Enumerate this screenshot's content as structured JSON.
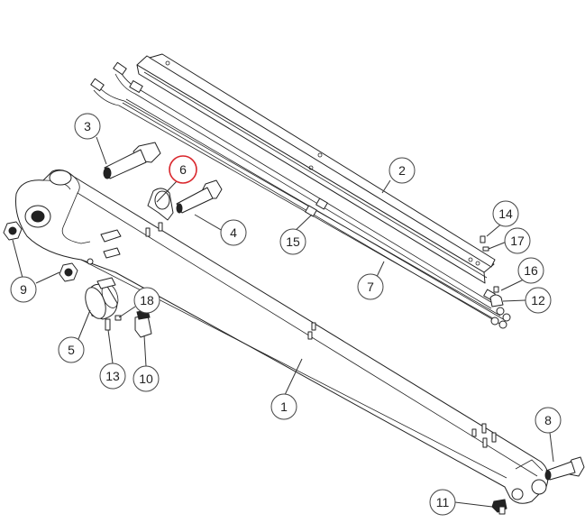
{
  "callouts": [
    {
      "id": "c1",
      "label": "1"
    },
    {
      "id": "c2",
      "label": "2"
    },
    {
      "id": "c3",
      "label": "3"
    },
    {
      "id": "c4",
      "label": "4"
    },
    {
      "id": "c5",
      "label": "5"
    },
    {
      "id": "c6",
      "label": "6",
      "highlighted": true,
      "highlight_color": "#d9262c"
    },
    {
      "id": "c7",
      "label": "7"
    },
    {
      "id": "c8",
      "label": "8"
    },
    {
      "id": "c9",
      "label": "9"
    },
    {
      "id": "c10",
      "label": "10"
    },
    {
      "id": "c11",
      "label": "11"
    },
    {
      "id": "c12",
      "label": "12"
    },
    {
      "id": "c13",
      "label": "13"
    },
    {
      "id": "c14",
      "label": "14"
    },
    {
      "id": "c15",
      "label": "15"
    },
    {
      "id": "c16",
      "label": "16"
    },
    {
      "id": "c17",
      "label": "17"
    },
    {
      "id": "c18",
      "label": "18"
    }
  ]
}
